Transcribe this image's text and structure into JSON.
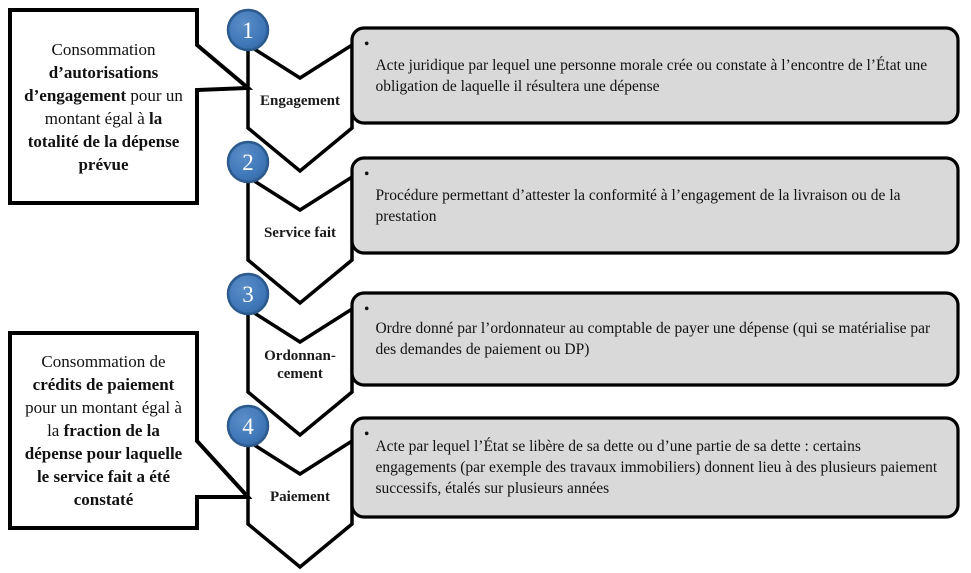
{
  "steps": [
    {
      "number": "1",
      "label": "Engagement",
      "description": "Acte juridique par lequel une personne morale crée ou constate à l’encontre de l’État une obligation de laquelle il résultera une dépense"
    },
    {
      "number": "2",
      "label": "Service fait",
      "description": "Procédure permettant d’attester la conformité à l’engagement de la livraison ou de la prestation"
    },
    {
      "number": "3",
      "label": "Ordonnan-\ncement",
      "description": "Ordre donné par l’ordonnateur au comptable de payer une dépense (qui se matérialise par des demandes de paiement ou DP)"
    },
    {
      "number": "4",
      "label": "Paiement",
      "description": "Acte par lequel l’État se libère de sa dette ou d’une partie de sa dette : certains engagements (par exemple des travaux immobiliers) donnent lieu à des plusieurs paiement successifs, étalés sur plusieurs années"
    }
  ],
  "bullet": "•",
  "callouts": [
    {
      "runs": [
        {
          "text": "Consommation ",
          "bold": false
        },
        {
          "text": "d’autorisations d’engagement ",
          "bold": true
        },
        {
          "text": "pour un montant égal à ",
          "bold": false
        },
        {
          "text": "la totalité de la dépense prévue",
          "bold": true
        }
      ]
    },
    {
      "runs": [
        {
          "text": "Consommation de ",
          "bold": false
        },
        {
          "text": "crédits de paiement ",
          "bold": true
        },
        {
          "text": "pour un montant égal à la ",
          "bold": false
        },
        {
          "text": "fraction de la dépense pour laquelle le service fait a été constaté",
          "bold": true
        }
      ]
    }
  ],
  "colors": {
    "circle_fill": "#3d76b8",
    "circle_border": "#2c5a8c",
    "box_fill": "#d9d9d9",
    "outline": "#000000",
    "background": "#ffffff"
  }
}
